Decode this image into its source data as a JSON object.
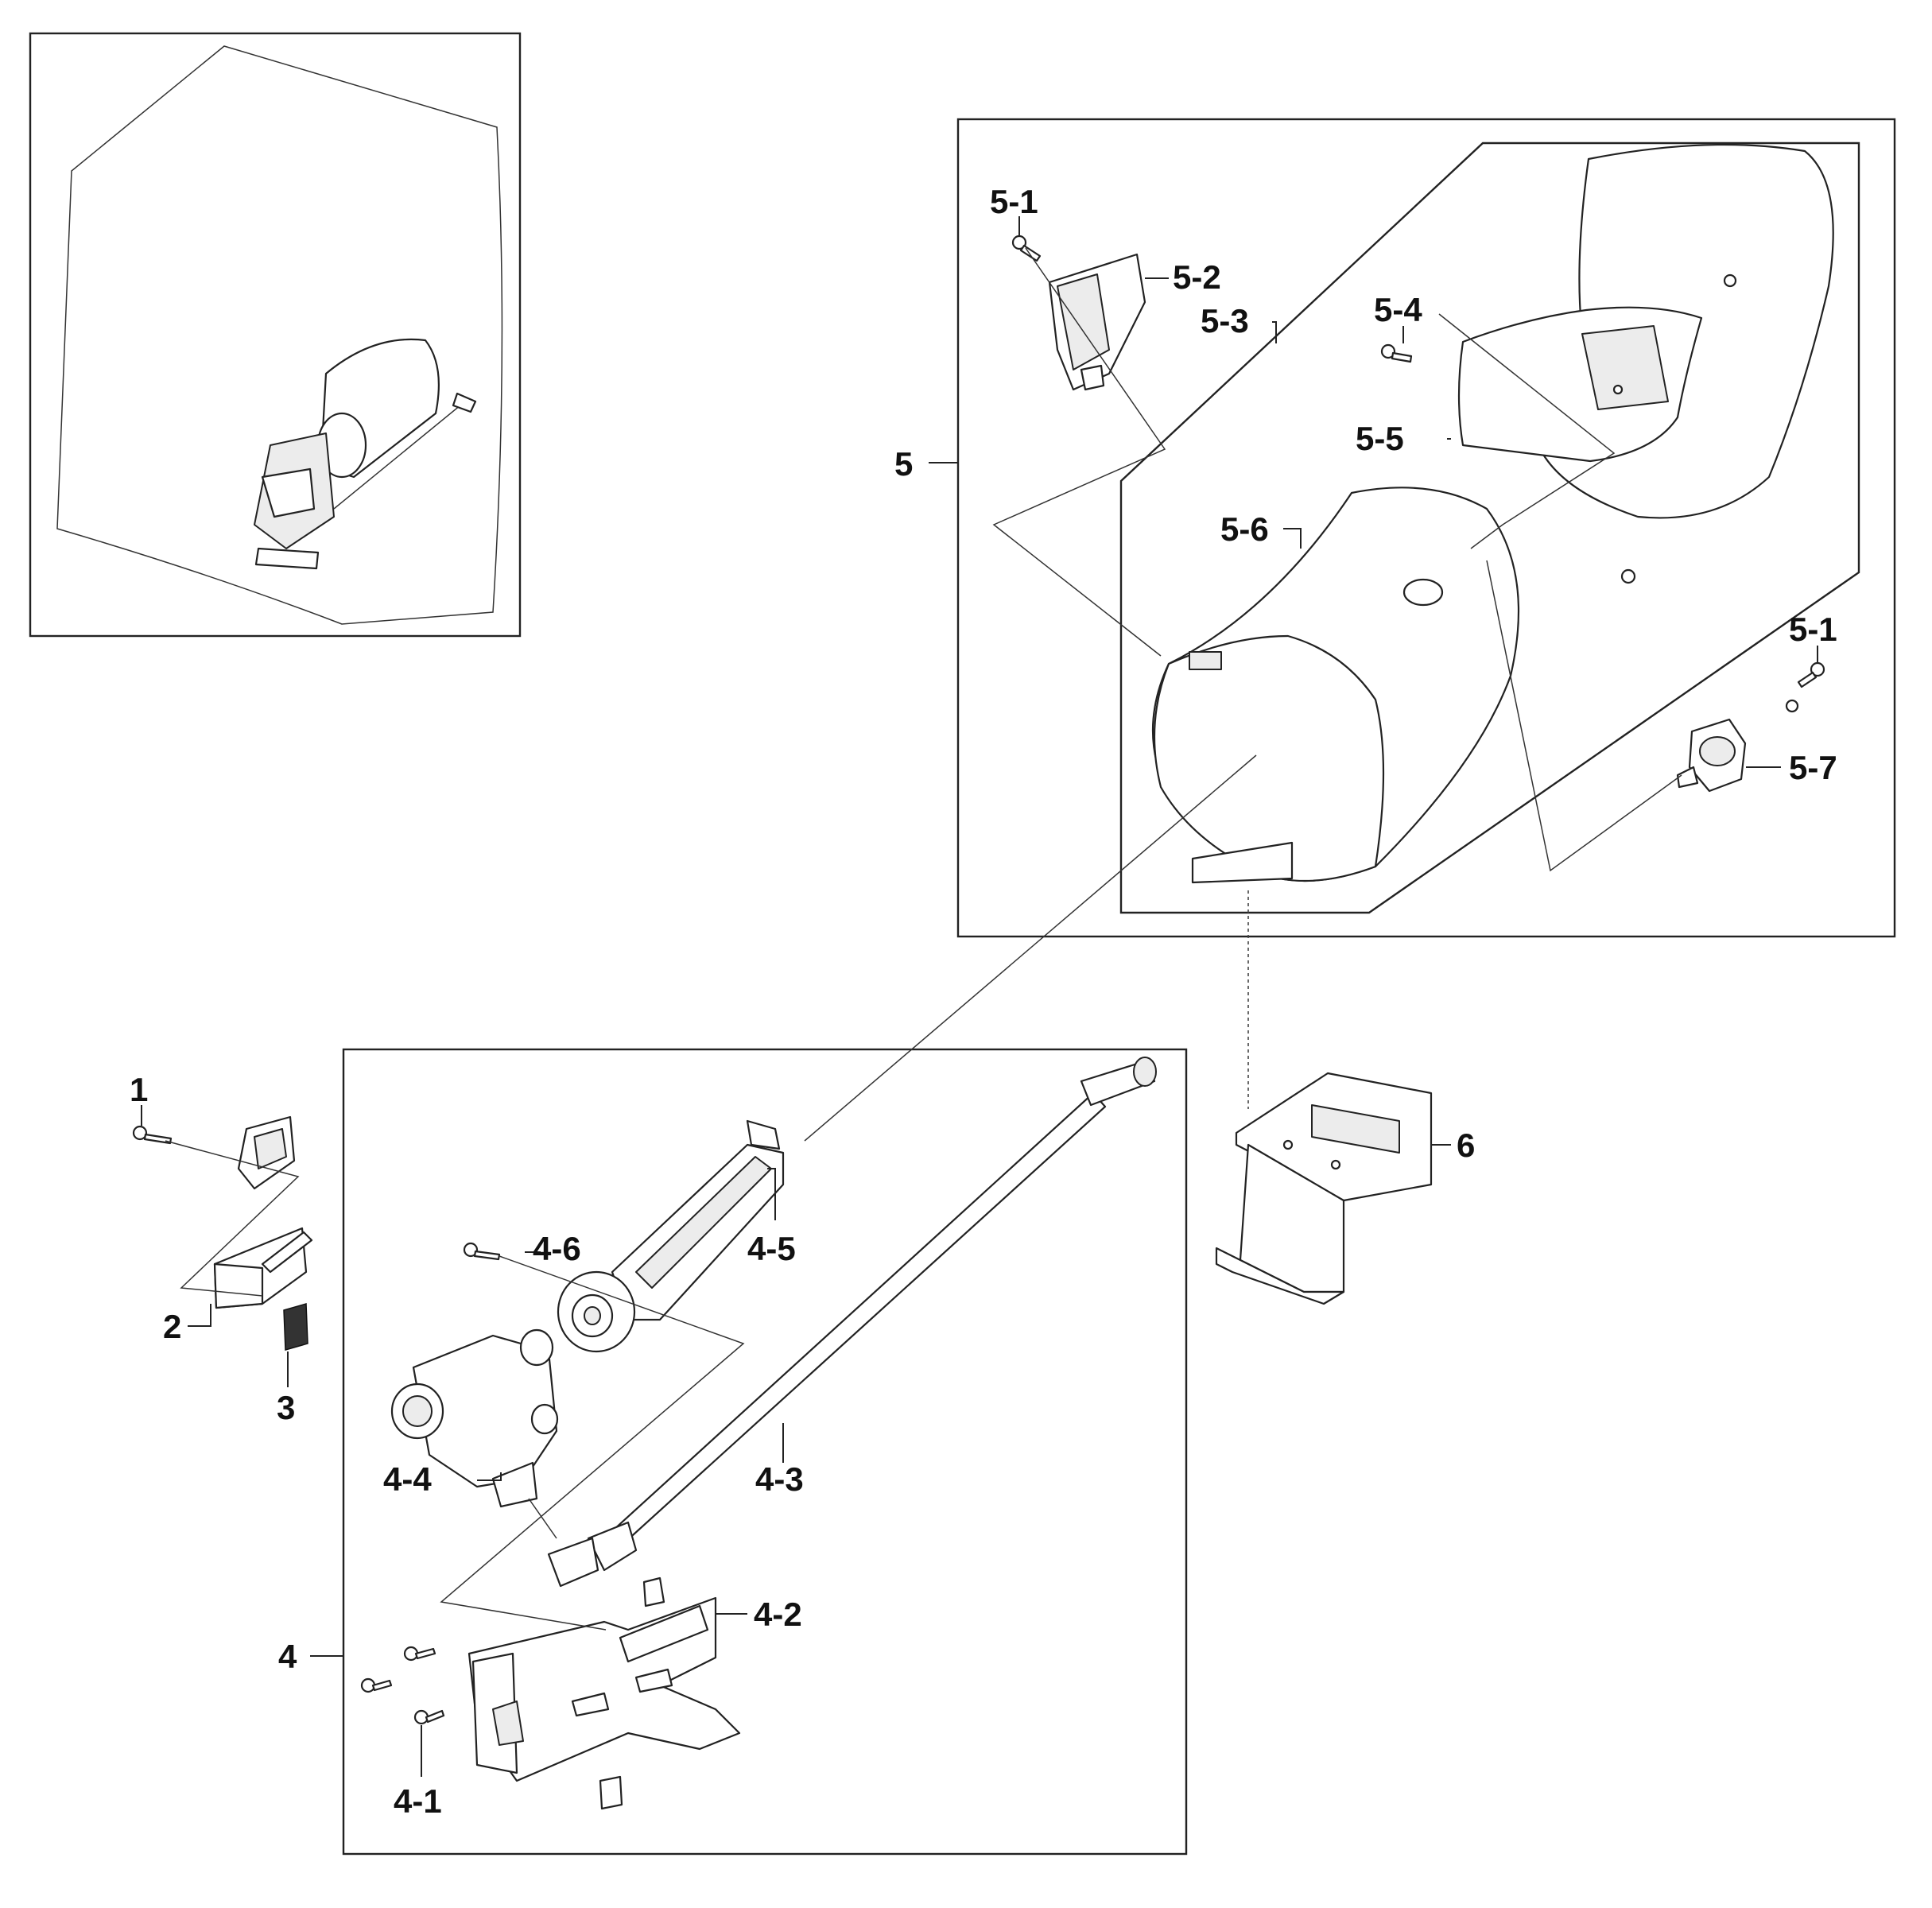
{
  "labels": {
    "part_1": "1",
    "part_2": "2",
    "part_3": "3",
    "part_4": "4",
    "part_4_1": "4-1",
    "part_4_2": "4-2",
    "part_4_3": "4-3",
    "part_4_4": "4-4",
    "part_4_5": "4-5",
    "part_4_6": "4-6",
    "part_5": "5",
    "part_5_1_top": "5-1",
    "part_5_1_right": "5-1",
    "part_5_2": "5-2",
    "part_5_3": "5-3",
    "part_5_4": "5-4",
    "part_5_5": "5-5",
    "part_5_6": "5-6",
    "part_5_7": "5-7",
    "part_6": "6"
  }
}
